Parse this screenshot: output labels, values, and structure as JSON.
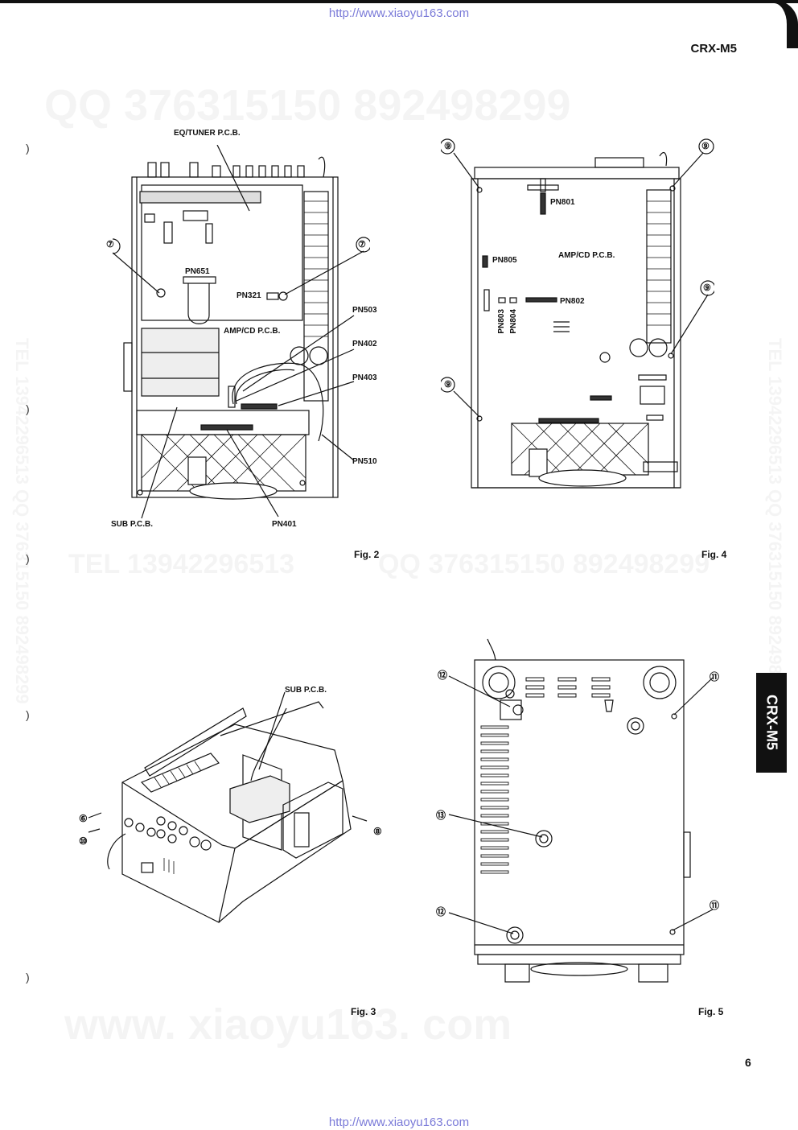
{
  "urls": {
    "top": "http://www.xiaoyu163.com",
    "bottom": "http://www.xiaoyu163.com"
  },
  "header": {
    "model": "CRX-M5"
  },
  "side_tab": "CRX-M5",
  "page_number": "6",
  "watermarks": {
    "qq_top": "QQ 376315150   892498299",
    "tel_mid": "TEL 13942296513",
    "qq_mid": "QQ 376315150 892498299",
    "www": "www. xiaoyu163. com",
    "vertical_left": "TEL 13942296513  QQ 376315150  892498299",
    "vertical_right": "TEL 13942296513  QQ 376315150  892498299"
  },
  "fig2": {
    "caption": "Fig. 2",
    "labels": {
      "eq_tuner": "EQ/TUNER P.C.B.",
      "pn651": "PN651",
      "pn321": "PN321",
      "amp_cd": "AMP/CD P.C.B.",
      "pn503": "PN503",
      "pn402": "PN402",
      "pn403": "PN403",
      "pn510": "PN510",
      "sub_pcb": "SUB P.C.B.",
      "pn401": "PN401",
      "screw_a": "⑦",
      "screw_b": "⑦"
    }
  },
  "fig4": {
    "caption": "Fig. 4",
    "labels": {
      "pn801": "PN801",
      "pn805": "PN805",
      "amp_cd": "AMP/CD P.C.B.",
      "pn802": "PN802",
      "pn803": "PN803",
      "pn804": "PN804",
      "screw_tl": "⑨",
      "screw_tr": "⑨",
      "screw_mr": "⑨",
      "screw_bl": "⑨"
    }
  },
  "fig3": {
    "caption": "Fig. 3",
    "labels": {
      "sub_pcb": "SUB P.C.B.",
      "screw_6": "⑥",
      "screw_10": "⑩",
      "screw_8": "⑧"
    }
  },
  "fig5": {
    "caption": "Fig. 5",
    "labels": {
      "screw_12a": "⑫",
      "screw_11a": "⑪",
      "screw_13": "⑬",
      "screw_12b": "⑫",
      "screw_11b": "⑪"
    }
  }
}
